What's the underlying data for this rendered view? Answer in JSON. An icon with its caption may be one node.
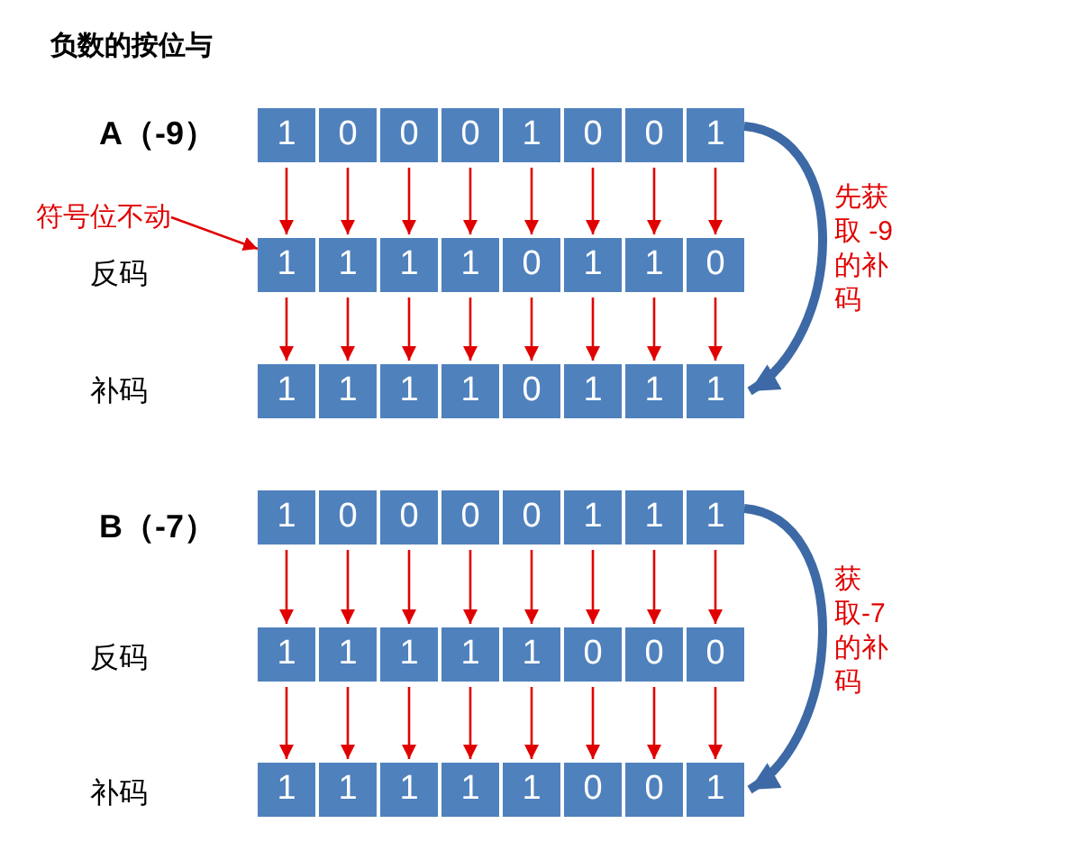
{
  "diagram": {
    "title": "负数的按位与",
    "nodes": [
      {
        "text": [
          "1"
        ]
      },
      {
        "text": [
          "0"
        ]
      },
      {
        "text": [
          "0"
        ]
      },
      {
        "text": [
          "0"
        ]
      },
      {
        "text": [
          "1"
        ]
      },
      {
        "text": [
          "0"
        ]
      },
      {
        "text": [
          "0"
        ]
      },
      {
        "text": [
          "1"
        ]
      },
      {
        "text": [
          "符号位不动"
        ]
      },
      {
        "text": [
          "1"
        ]
      },
      {
        "text": [
          "1"
        ]
      },
      {
        "text": [
          "1"
        ]
      },
      {
        "text": [
          "1"
        ]
      },
      {
        "text": [
          "0"
        ]
      },
      {
        "text": [
          "1"
        ]
      },
      {
        "text": [
          "1"
        ]
      },
      {
        "text": [
          "0"
        ]
      },
      {
        "text": [
          "1"
        ]
      },
      {
        "text": [
          "1"
        ]
      },
      {
        "text": [
          "1"
        ]
      },
      {
        "text": [
          "1"
        ]
      },
      {
        "text": [
          "0"
        ]
      },
      {
        "text": [
          "1"
        ]
      },
      {
        "text": [
          "1"
        ]
      },
      {
        "text": [
          "1"
        ]
      },
      {
        "text": [
          "1"
        ]
      },
      {
        "text": [
          "0"
        ]
      },
      {
        "text": [
          "0"
        ]
      },
      {
        "text": [
          "0"
        ]
      },
      {
        "text": [
          "0"
        ]
      },
      {
        "text": [
          "1"
        ]
      },
      {
        "text": [
          "1"
        ]
      },
      {
        "text": [
          "1"
        ]
      },
      {
        "text": [
          "1"
        ]
      },
      {
        "text": [
          "1"
        ]
      },
      {
        "text": [
          "1"
        ]
      },
      {
        "text": [
          "1"
        ]
      },
      {
        "text": [
          "1"
        ]
      },
      {
        "text": [
          "0"
        ]
      },
      {
        "text": [
          "0"
        ]
      },
      {
        "text": [
          "0"
        ]
      },
      {
        "text": [
          "1"
        ]
      },
      {
        "text": [
          "1"
        ]
      },
      {
        "text": [
          "1"
        ]
      },
      {
        "text": [
          "1"
        ]
      },
      {
        "text": [
          "1"
        ]
      },
      {
        "text": [
          "0"
        ]
      },
      {
        "text": [
          "0"
        ]
      },
      {
        "text": [
          "1"
        ]
      }
    ],
    "edges": [
      {
        "from": 0,
        "to": 9,
        "arrow": "to"
      },
      {
        "from": 1,
        "to": 10,
        "arrow": "to"
      },
      {
        "from": 2,
        "to": 11,
        "arrow": "to"
      },
      {
        "from": 3,
        "to": 12,
        "arrow": "to"
      },
      {
        "from": 4,
        "to": 13,
        "arrow": "to"
      },
      {
        "from": 5,
        "to": 14,
        "arrow": "to"
      },
      {
        "from": 6,
        "to": 15,
        "arrow": "to"
      },
      {
        "from": 7,
        "to": 16,
        "arrow": "to"
      },
      {
        "from": 9,
        "to": 17,
        "arrow": "to"
      },
      {
        "from": 10,
        "to": 18,
        "arrow": "to"
      },
      {
        "from": 11,
        "to": 19,
        "arrow": "to"
      },
      {
        "from": 12,
        "to": 20,
        "arrow": "to"
      },
      {
        "from": 13,
        "to": 21,
        "arrow": "to"
      },
      {
        "from": 14,
        "to": 22,
        "arrow": "to"
      },
      {
        "from": 15,
        "to": 23,
        "arrow": "to"
      },
      {
        "from": 16,
        "to": 24,
        "arrow": "to"
      },
      {
        "from": 8,
        "to": 9,
        "arrow": "to"
      },
      {
        "from": 7,
        "to": 24,
        "arrow": "to",
        "label": "先获取 -9的补码",
        "style": "thick",
        "color": "#3d6aa6"
      },
      {
        "from": 25,
        "to": 33,
        "arrow": "to"
      },
      {
        "from": 26,
        "to": 34,
        "arrow": "to"
      },
      {
        "from": 27,
        "to": 35,
        "arrow": "to"
      },
      {
        "from": 28,
        "to": 36,
        "arrow": "to"
      },
      {
        "from": 29,
        "to": 37,
        "arrow": "to"
      },
      {
        "from": 30,
        "to": 38,
        "arrow": "to"
      },
      {
        "from": 31,
        "to": 39,
        "arrow": "to"
      },
      {
        "from": 32,
        "to": 40,
        "arrow": "to"
      },
      {
        "from": 33,
        "to": 41,
        "arrow": "to"
      },
      {
        "from": 34,
        "to": 42,
        "arrow": "to"
      },
      {
        "from": 35,
        "to": 43,
        "arrow": "to"
      },
      {
        "from": 36,
        "to": 44,
        "arrow": "to"
      },
      {
        "from": 37,
        "to": 45,
        "arrow": "to"
      },
      {
        "from": 38,
        "to": 46,
        "arrow": "to"
      },
      {
        "from": 39,
        "to": 47,
        "arrow": "to"
      },
      {
        "from": 40,
        "to": 48,
        "arrow": "to"
      },
      {
        "from": 32,
        "to": 48,
        "arrow": "to",
        "label": "获取-7 的补码",
        "style": "thick",
        "color": "#3d6aa6"
      }
    ],
    "labels": [
      "A（-9）",
      "反码",
      "补码",
      "B（-7）",
      "反码",
      "补码"
    ]
  }
}
